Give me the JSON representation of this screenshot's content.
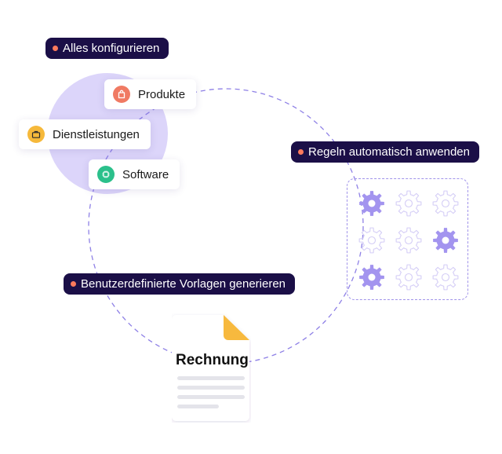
{
  "labels": {
    "configure": "Alles konfigurieren",
    "rules": "Regeln automatisch anwenden",
    "templates": "Benutzerdefinierte Vorlagen generieren"
  },
  "cards": [
    {
      "label": "Produkte",
      "icon": "shopping-bag-icon",
      "color": "#f07a63"
    },
    {
      "label": "Dienstleistungen",
      "icon": "briefcase-icon",
      "color": "#f6b93b"
    },
    {
      "label": "Software",
      "icon": "chip-icon",
      "color": "#2bc08b"
    }
  ],
  "gear_grid": [
    [
      true,
      false,
      false
    ],
    [
      false,
      false,
      true
    ],
    [
      true,
      false,
      false
    ]
  ],
  "document": {
    "title": "Rechnung"
  },
  "colors": {
    "pill_bg": "#1b0f47",
    "pill_dot": "#ff7a5c",
    "accent_purple": "#a394ef",
    "blob": "#dcd5fa",
    "dashed_line": "#8e80e6",
    "doc_fold": "#f7b93e"
  }
}
